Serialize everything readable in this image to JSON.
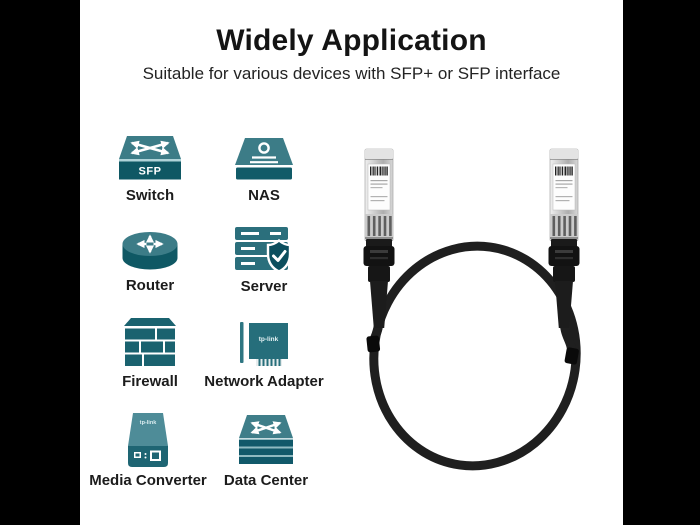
{
  "header": {
    "title": "Widely Application",
    "subtitle": "Suitable for various devices with SFP+ or SFP interface"
  },
  "devices": [
    {
      "label": "Switch",
      "icon": "switch-icon",
      "badge": "SFP"
    },
    {
      "label": "NAS",
      "icon": "nas-icon"
    },
    {
      "label": "Router",
      "icon": "router-icon"
    },
    {
      "label": "Server",
      "icon": "server-icon"
    },
    {
      "label": "Firewall",
      "icon": "firewall-icon"
    },
    {
      "label": "Network Adapter",
      "icon": "network-adapter-icon",
      "logo": "tp-link"
    },
    {
      "label": "Media Converter",
      "icon": "media-converter-icon",
      "logo": "tp-link"
    },
    {
      "label": "Data Center",
      "icon": "data-center-icon"
    }
  ],
  "product_image": {
    "name": "sfp-dac-cable"
  },
  "colors": {
    "icon_teal": "#3C7C87",
    "icon_teal_dark": "#0F5864",
    "background": "#FFFFFF",
    "letterbox": "#000000",
    "text": "#1B1B1B"
  }
}
